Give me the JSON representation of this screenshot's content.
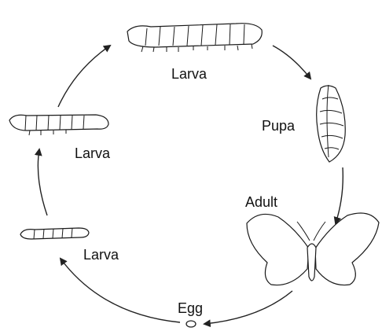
{
  "diagram": {
    "labels": {
      "larva_top": "Larva",
      "pupa": "Pupa",
      "adult": "Adult",
      "egg": "Egg",
      "larva_left_upper": "Larva",
      "larva_left_lower": "Larva"
    },
    "stages": [
      {
        "name": "larva",
        "icon": "large-larva-icon"
      },
      {
        "name": "pupa",
        "icon": "pupa-icon"
      },
      {
        "name": "adult",
        "icon": "moth-icon"
      },
      {
        "name": "egg",
        "icon": "egg-icon"
      },
      {
        "name": "larva",
        "icon": "small-larva-icon"
      },
      {
        "name": "larva",
        "icon": "medium-larva-icon"
      }
    ],
    "colors": {
      "ink": "#1a1a1a",
      "background": "#ffffff"
    }
  }
}
